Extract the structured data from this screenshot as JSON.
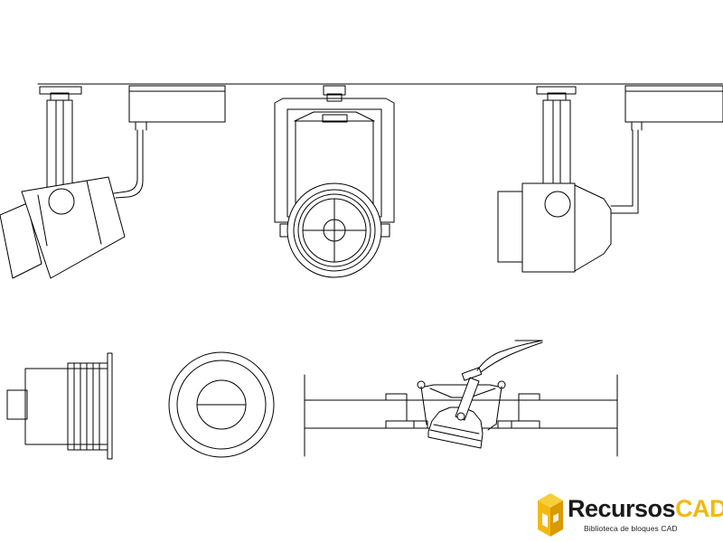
{
  "logo": {
    "brand_part1": "Recursos",
    "brand_part2": "CAD",
    "tagline": "Biblioteca de bloques CAD",
    "icon": "isometric-cube-logo-icon",
    "colors": {
      "accent": "#f3b90f",
      "accent_dark": "#d99a06",
      "text": "#1a1a1a"
    }
  },
  "drawing": {
    "stroke_color": "#000000",
    "background_color": "#ffffff"
  }
}
